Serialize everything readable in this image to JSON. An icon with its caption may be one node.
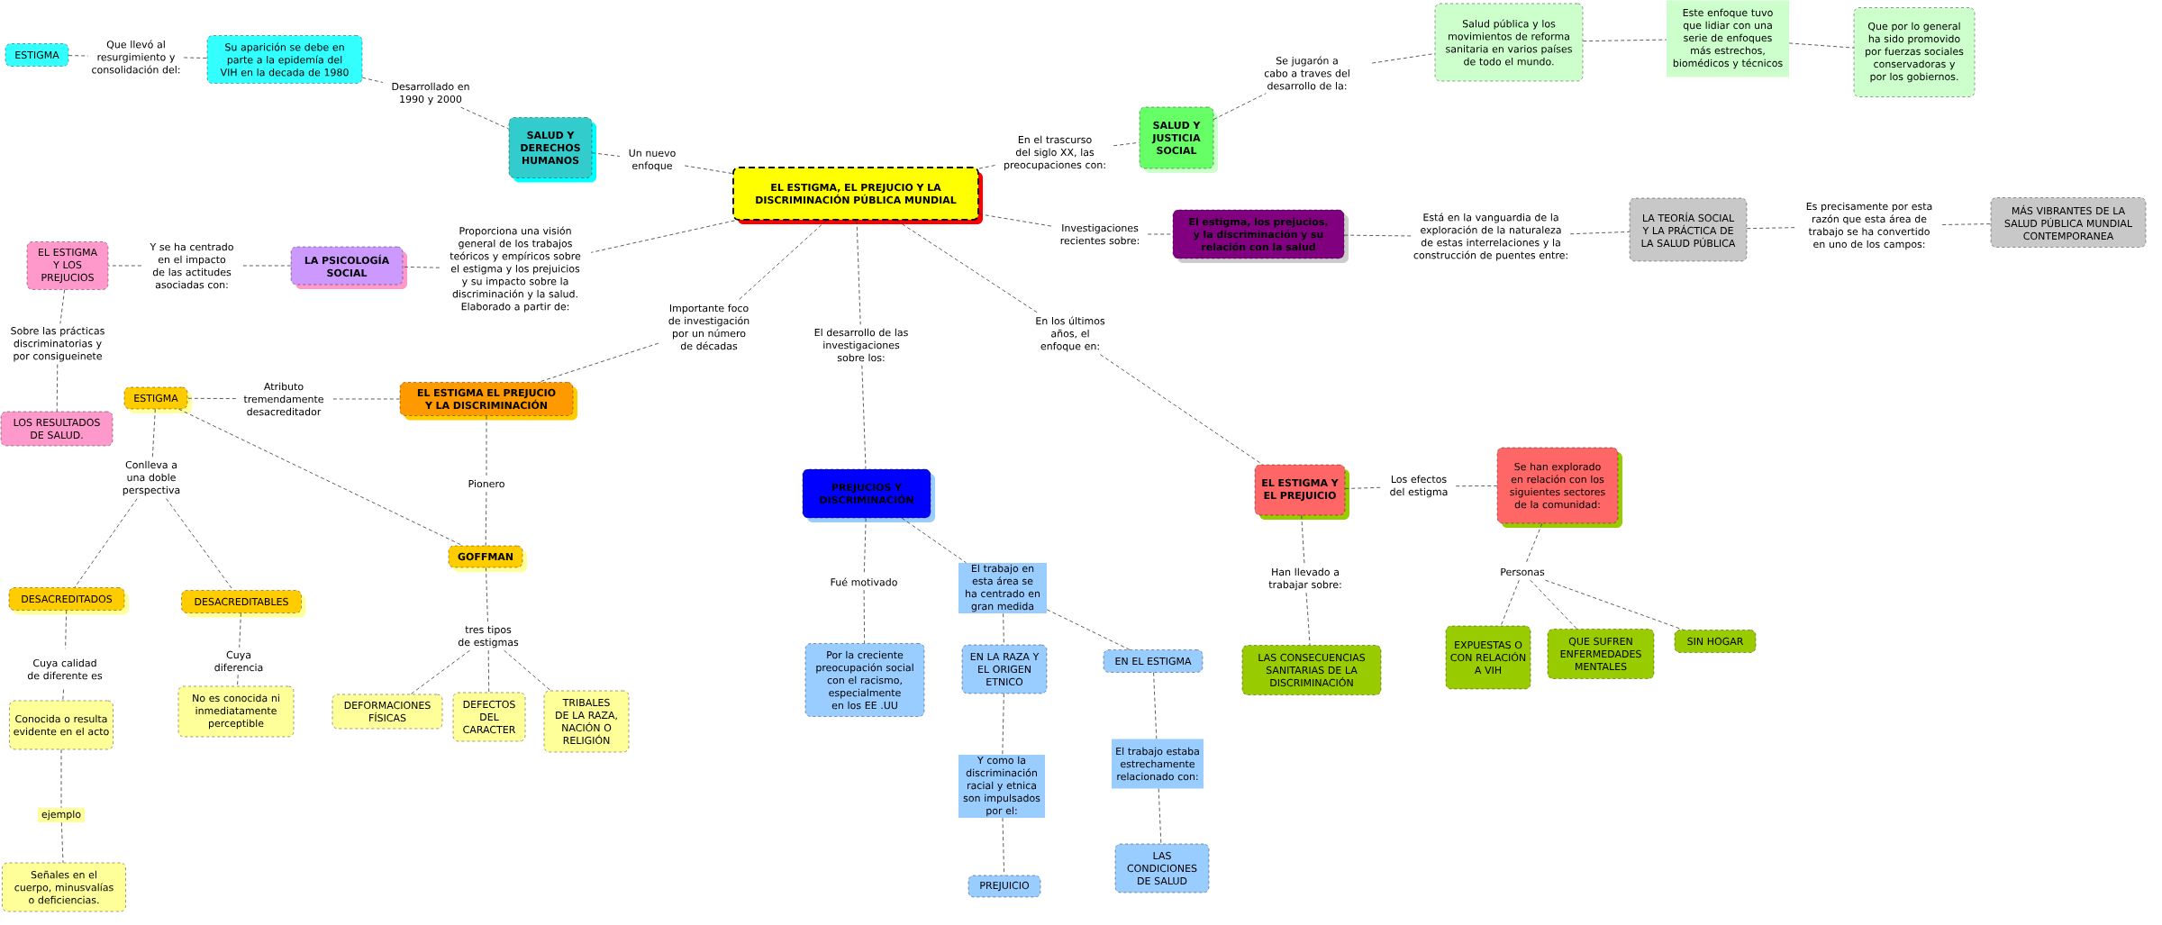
{
  "diagram": {
    "nodes": [
      {
        "text": [
          "ESTIGMA"
        ]
      },
      {
        "text": [
          "Que llevó al resurgimiento y consolidación del:"
        ]
      },
      {
        "text": [
          "Su aparición se debe en parte a la epidemía del VIH en la decada de 1980"
        ]
      },
      {
        "text": [
          "Desarrollado en 1990 y 2000"
        ]
      },
      {
        "text": [
          "SALUD Y DERECHOS HUMANOS"
        ]
      },
      {
        "text": [
          "Un nuevo enfoque"
        ]
      },
      {
        "text": [
          "EL ESTIGMA, EL PREJUCIO Y LA DISCRIMINACIÓN PÚBLICA MUNDIAL"
        ]
      },
      {
        "text": [
          "En el trascurso del siglo XX, las preocupaciones con:"
        ]
      },
      {
        "text": [
          "SALUD Y JUSTICIA SOCIAL"
        ]
      },
      {
        "text": [
          "Se jugarón a cabo a traves del desarrollo de la:"
        ]
      },
      {
        "text": [
          "Salud pública y los movimientos de reforma sanitaria en varios países de todo el mundo."
        ]
      },
      {
        "text": [
          "Este enfoque tuvo que lidiar con una serie de enfoques más estrechos, biomédicos y técnicos"
        ]
      },
      {
        "text": [
          "Que por lo general ha sido promovido por fuerzas sociales conservadoras y por los gobiernos."
        ]
      },
      {
        "text": [
          "Investigaciones recientes sobre:"
        ]
      },
      {
        "text": [
          "El estigma, los prejucios, y la discriminación y su relación con la salud"
        ]
      },
      {
        "text": [
          "Está en la vanguardia de la exploración de la naturaleza de estas interrelaciones y la construcción de puentes entre:"
        ]
      },
      {
        "text": [
          "LA TEORÍA SOCIAL Y LA PRÁCTICA DE LA SALUD PÚBLICA"
        ]
      },
      {
        "text": [
          "Es precisamente por esta razón que esta área de trabajo se ha convertido en uno de los campos:"
        ]
      },
      {
        "text": [
          "MÁS VIBRANTES DE LA SALUD PÚBLICA MUNDIAL CONTEMPORANEA"
        ]
      },
      {
        "text": [
          "Proporciona una visión general de los trabajos teóricos y empíricos sobre el estigma y los prejuicios y su impacto sobre la discriminación y la salud. Elaborado a partir de:"
        ]
      },
      {
        "text": [
          "LA PSICOLOGÍA SOCIAL"
        ]
      },
      {
        "text": [
          "Y se ha centrado en el impacto de las actitudes asociadas con:"
        ]
      },
      {
        "text": [
          "EL ESTIGMA Y LOS PREJUCIOS"
        ]
      },
      {
        "text": [
          "Sobre las prácticas discriminatorias y por consigueinete"
        ]
      },
      {
        "text": [
          "LOS RESULTADOS DE SALUD."
        ]
      },
      {
        "text": [
          "Importante foco de investigación por un número de décadas"
        ]
      },
      {
        "text": [
          "EL ESTIGMA EL PREJUCIO Y LA DISCRIMINACIÓN"
        ]
      },
      {
        "text": [
          "Atributo tremendamente desacreditador"
        ]
      },
      {
        "text": [
          "ESTIGMA"
        ]
      },
      {
        "text": [
          "Conlleva a una doble perspectiva"
        ]
      },
      {
        "text": [
          "Pionero"
        ]
      },
      {
        "text": [
          "GOFFMAN"
        ]
      },
      {
        "text": [
          "DESACREDITADOS"
        ]
      },
      {
        "text": [
          "DESACREDITABLES"
        ]
      },
      {
        "text": [
          "Cuya calidad de diferente es"
        ]
      },
      {
        "text": [
          "Cuya diferencia"
        ]
      },
      {
        "text": [
          "Conocida o resulta evidente en el acto"
        ]
      },
      {
        "text": [
          "No es conocida ni inmediatamente perceptible"
        ]
      },
      {
        "text": [
          "tres tipos de estigmas"
        ]
      },
      {
        "text": [
          "DEFORMACIONES FÍSICAS"
        ]
      },
      {
        "text": [
          "DEFECTOS DEL CARACTER"
        ]
      },
      {
        "text": [
          "TRIBALES DE LA RAZA, NACIÓN O RELIGIÓN"
        ]
      },
      {
        "text": [
          "ejemplo"
        ]
      },
      {
        "text": [
          "Señales en el cuerpo, minusvalías o deficiencias."
        ]
      },
      {
        "text": [
          "El desarrollo de las investigaciones sobre los:"
        ]
      },
      {
        "text": [
          "PREJUCIOS Y DISCRIMINACIÓN"
        ]
      },
      {
        "text": [
          "Fué motivado"
        ]
      },
      {
        "text": [
          "El trabajo en esta área se ha centrado en gran medida"
        ]
      },
      {
        "text": [
          "Por la creciente preocupación social con el racismo, especialmente en los EE .UU"
        ]
      },
      {
        "text": [
          "EN LA RAZA Y EL ORIGEN ETNICO"
        ]
      },
      {
        "text": [
          "EN EL ESTIGMA"
        ]
      },
      {
        "text": [
          "Y como la discriminación racial y etnica son impulsados por el:"
        ]
      },
      {
        "text": [
          "El trabajo estaba estrechamente relacionado con:"
        ]
      },
      {
        "text": [
          "PREJUICIO"
        ]
      },
      {
        "text": [
          "LAS CONDICIONES DE SALUD"
        ]
      },
      {
        "text": [
          "En los últimos años, el enfoque en:"
        ]
      },
      {
        "text": [
          "EL ESTIGMA Y EL PREJUICIO"
        ]
      },
      {
        "text": [
          "Los efectos del estigma"
        ]
      },
      {
        "text": [
          "Se han explorado en relación con los siguientes sectores de la comunidad:"
        ]
      },
      {
        "text": [
          "Han llevado a trabajar sobre:"
        ]
      },
      {
        "text": [
          "LAS CONSECUENCIAS SANITARIAS DE LA DISCRIMINACIÓN"
        ]
      },
      {
        "text": [
          "Personas"
        ]
      },
      {
        "text": [
          "EXPUESTAS O CON RELACIÓN A VIH"
        ]
      },
      {
        "text": [
          "QUE SUFREN ENFERMEDADES MENTALES"
        ]
      },
      {
        "text": [
          "SIN HOGAR"
        ]
      }
    ],
    "edges": [
      {
        "from": 0,
        "to": 1,
        "arrow": "none"
      },
      {
        "from": 1,
        "to": 2,
        "arrow": "none"
      },
      {
        "from": 2,
        "to": 3,
        "arrow": "none"
      },
      {
        "from": 3,
        "to": 4,
        "arrow": "none"
      },
      {
        "from": 4,
        "to": 5,
        "arrow": "none"
      },
      {
        "from": 5,
        "to": 6,
        "arrow": "none"
      },
      {
        "from": 6,
        "to": 7,
        "arrow": "none"
      },
      {
        "from": 7,
        "to": 8,
        "arrow": "none"
      },
      {
        "from": 8,
        "to": 9,
        "arrow": "none"
      },
      {
        "from": 9,
        "to": 10,
        "arrow": "none"
      },
      {
        "from": 10,
        "to": 11,
        "arrow": "none"
      },
      {
        "from": 11,
        "to": 12,
        "arrow": "none"
      },
      {
        "from": 6,
        "to": 13,
        "arrow": "none"
      },
      {
        "from": 13,
        "to": 14,
        "arrow": "none"
      },
      {
        "from": 14,
        "to": 15,
        "arrow": "none"
      },
      {
        "from": 15,
        "to": 16,
        "arrow": "none"
      },
      {
        "from": 16,
        "to": 17,
        "arrow": "none"
      },
      {
        "from": 17,
        "to": 18,
        "arrow": "none"
      },
      {
        "from": 6,
        "to": 19,
        "arrow": "none"
      },
      {
        "from": 19,
        "to": 20,
        "arrow": "none"
      },
      {
        "from": 20,
        "to": 21,
        "arrow": "none"
      },
      {
        "from": 21,
        "to": 22,
        "arrow": "none"
      },
      {
        "from": 22,
        "to": 23,
        "arrow": "none"
      },
      {
        "from": 23,
        "to": 24,
        "arrow": "none"
      },
      {
        "from": 6,
        "to": 25,
        "arrow": "none"
      },
      {
        "from": 25,
        "to": 26,
        "arrow": "none"
      },
      {
        "from": 26,
        "to": 27,
        "arrow": "none"
      },
      {
        "from": 27,
        "to": 28,
        "arrow": "none"
      },
      {
        "from": 26,
        "to": 30,
        "arrow": "none"
      },
      {
        "from": 30,
        "to": 31,
        "arrow": "none"
      },
      {
        "from": 28,
        "to": 31,
        "arrow": "none"
      },
      {
        "from": 28,
        "to": 29,
        "arrow": "none"
      },
      {
        "from": 29,
        "to": 32,
        "arrow": "none"
      },
      {
        "from": 29,
        "to": 33,
        "arrow": "none"
      },
      {
        "from": 32,
        "to": 34,
        "arrow": "none"
      },
      {
        "from": 34,
        "to": 36,
        "arrow": "none"
      },
      {
        "from": 33,
        "to": 35,
        "arrow": "none"
      },
      {
        "from": 35,
        "to": 37,
        "arrow": "none"
      },
      {
        "from": 31,
        "to": 38,
        "arrow": "none"
      },
      {
        "from": 38,
        "to": 39,
        "arrow": "none"
      },
      {
        "from": 38,
        "to": 40,
        "arrow": "none"
      },
      {
        "from": 38,
        "to": 41,
        "arrow": "none"
      },
      {
        "from": 36,
        "to": 42,
        "arrow": "none"
      },
      {
        "from": 42,
        "to": 43,
        "arrow": "none"
      },
      {
        "from": 6,
        "to": 44,
        "arrow": "none"
      },
      {
        "from": 44,
        "to": 45,
        "arrow": "none"
      },
      {
        "from": 45,
        "to": 46,
        "arrow": "none"
      },
      {
        "from": 46,
        "to": 48,
        "arrow": "none"
      },
      {
        "from": 45,
        "to": 47,
        "arrow": "none"
      },
      {
        "from": 47,
        "to": 49,
        "arrow": "none"
      },
      {
        "from": 47,
        "to": 50,
        "arrow": "none"
      },
      {
        "from": 49,
        "to": 51,
        "arrow": "none"
      },
      {
        "from": 51,
        "to": 53,
        "arrow": "none"
      },
      {
        "from": 50,
        "to": 52,
        "arrow": "none"
      },
      {
        "from": 52,
        "to": 54,
        "arrow": "none"
      },
      {
        "from": 6,
        "to": 55,
        "arrow": "none"
      },
      {
        "from": 55,
        "to": 56,
        "arrow": "none"
      },
      {
        "from": 56,
        "to": 57,
        "arrow": "none"
      },
      {
        "from": 57,
        "to": 58,
        "arrow": "none"
      },
      {
        "from": 56,
        "to": 59,
        "arrow": "none"
      },
      {
        "from": 59,
        "to": 60,
        "arrow": "none"
      },
      {
        "from": 58,
        "to": 61,
        "arrow": "none"
      },
      {
        "from": 61,
        "to": 62,
        "arrow": "none"
      },
      {
        "from": 61,
        "to": 63,
        "arrow": "none"
      },
      {
        "from": 61,
        "to": 64,
        "arrow": "none"
      }
    ]
  }
}
